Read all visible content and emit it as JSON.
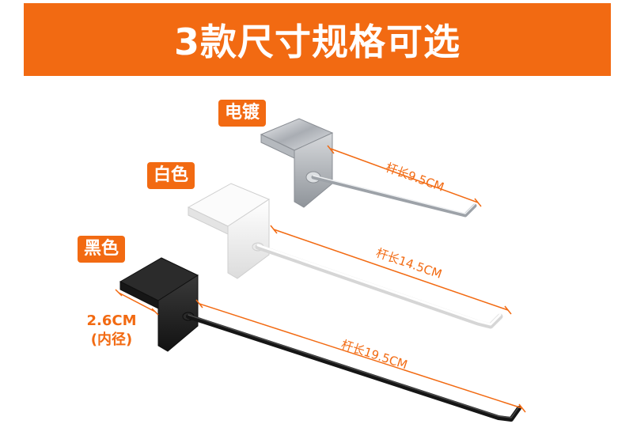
{
  "banner": {
    "title": "3款尺寸规格可选"
  },
  "products": [
    {
      "finish": "电镀",
      "rod_length": "杆长9.5CM"
    },
    {
      "finish": "白色",
      "rod_length": "杆长14.5CM"
    },
    {
      "finish": "黑色",
      "rod_length": "杆长19.5CM"
    }
  ],
  "inner_dimension": {
    "value": "2.6CM",
    "note": "(内径)"
  },
  "colors": {
    "accent": "#f26a12",
    "chrome": "#c9ccd0",
    "white_finish": "#f4f4f4",
    "black_finish": "#1e1e1e"
  }
}
